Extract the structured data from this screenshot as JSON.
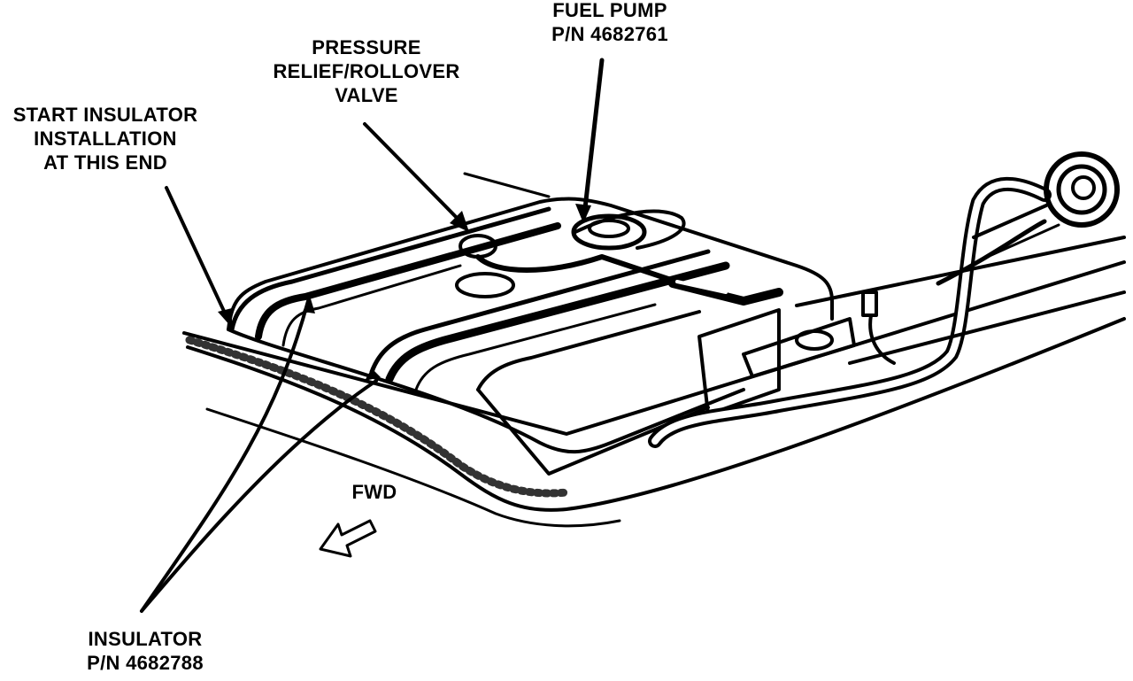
{
  "diagram": {
    "labels": {
      "start_insulator": {
        "line1": "START INSULATOR",
        "line2": "INSTALLATION",
        "line3": "AT THIS END"
      },
      "pressure_relief_valve": {
        "line1": "PRESSURE",
        "line2": "RELIEF/ROLLOVER",
        "line3": "VALVE"
      },
      "fuel_pump": {
        "line1": "FUEL PUMP",
        "line2": "P/N 4682761"
      },
      "insulator": {
        "line1": "INSULATOR",
        "line2": "P/N 4682788"
      },
      "direction": "FWD"
    },
    "colors": {
      "ink": "#000000",
      "paper": "#ffffff"
    }
  }
}
